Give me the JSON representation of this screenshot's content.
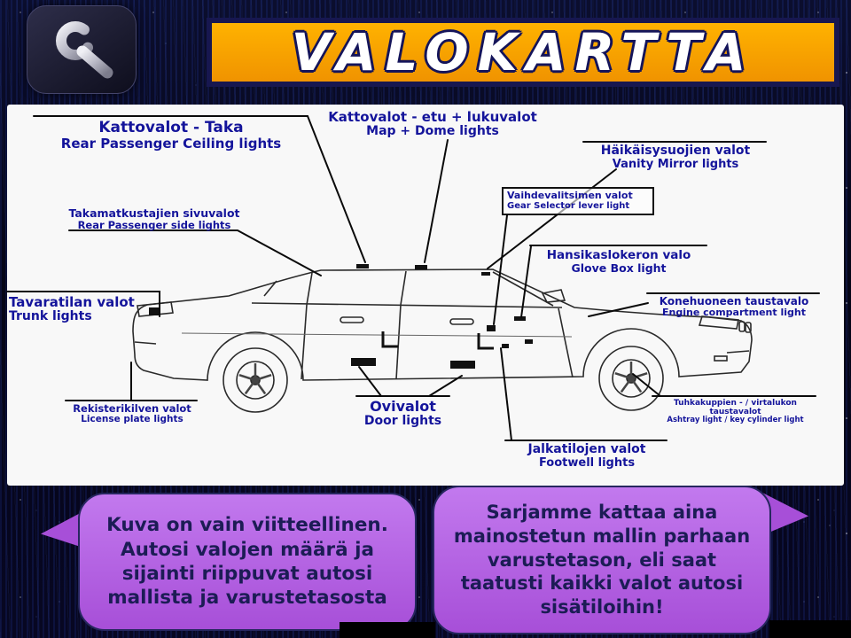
{
  "banner": {
    "title": "VALOKARTTA"
  },
  "icons": {
    "logo": "hook-clip-icon"
  },
  "labels": [
    {
      "id": "rear-ceiling",
      "fi": "Kattovalot - Taka",
      "en": "Rear Passenger Ceiling lights"
    },
    {
      "id": "map-dome",
      "fi": "Kattovalot - etu + lukuvalot",
      "en": "Map + Dome lights"
    },
    {
      "id": "vanity-mirror",
      "fi": "Häikäisysuojien valot",
      "en": "Vanity Mirror lights"
    },
    {
      "id": "rear-side",
      "fi": "Takamatkustajien sivuvalot",
      "en": "Rear Passenger side lights"
    },
    {
      "id": "gear-selector",
      "fi": "Vaihdevalitsimen valot",
      "en": "Gear Selector lever light"
    },
    {
      "id": "glove-box",
      "fi": "Hansikaslokeron valo",
      "en": "Glove Box light"
    },
    {
      "id": "trunk",
      "fi": "Tavaratilan valot",
      "en": "Trunk lights"
    },
    {
      "id": "engine-compartment",
      "fi": "Konehuoneen taustavalo",
      "en": "Engine compartment light"
    },
    {
      "id": "license-plate",
      "fi": "Rekisterikilven valot",
      "en": "License plate lights"
    },
    {
      "id": "door",
      "fi": "Ovivalot",
      "en": "Door lights"
    },
    {
      "id": "ashtray-key",
      "fi": "Tuhkakuppien - / virtalukon taustavalot",
      "en": "Ashtray light / key cylinder light"
    },
    {
      "id": "footwell",
      "fi": "Jalkatilojen valot",
      "en": "Footwell lights"
    }
  ],
  "bubbles": {
    "left": "Kuva on vain viitteellinen. Autosi valojen määrä ja sijainti riippuvat autosi mallista ja varustetasosta",
    "right": "Sarjamme kattaa aina mainostetun mallin parhaan varustetason, eli saat taatusti kaikki valot autosi sisätiloihin!"
  },
  "colors": {
    "banner_bg": "#f09300",
    "banner_border": "#171750",
    "label_text": "#14149b",
    "panel_bg": "#f8f8f8",
    "bubble_bg": "#a74fd8",
    "bubble_text": "#1c1c55",
    "background": "#04040e"
  }
}
